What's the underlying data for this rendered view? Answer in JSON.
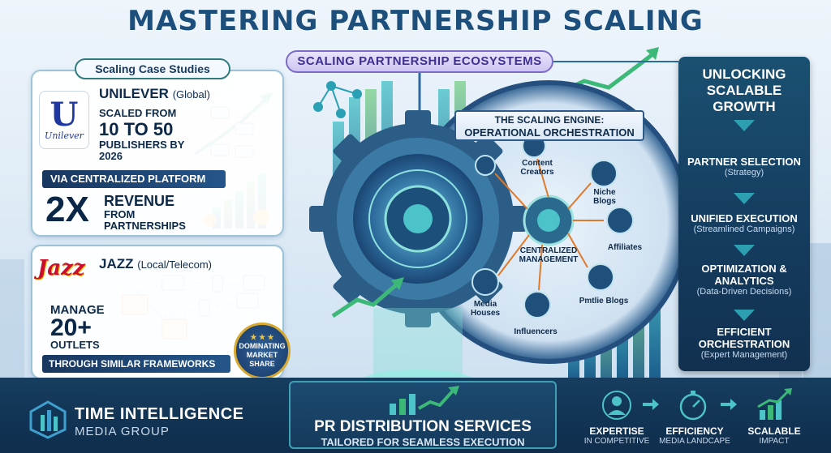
{
  "title": "MASTERING PARTNERSHIP SCALING",
  "ecosystems_label": "SCALING PARTNERSHIP ECOSYSTEMS",
  "case_studies": {
    "label": "Scaling Case Studies",
    "unilever": {
      "logo_text": "U",
      "logo_word": "Unilever",
      "name": "UNILEVER",
      "scope": "(Global)",
      "line1": "SCALED FROM",
      "big": "10 TO 50",
      "line3": "PUBLISHERS BY 2026",
      "via": "VIA CENTRALIZED PLATFORM",
      "multiplier": "2X",
      "revenue": "REVENUE",
      "revenue_sub": "FROM PARTNERSHIPS"
    },
    "jazz": {
      "logo_text": "Jazz",
      "name": "JAZZ",
      "scope": "(Local/Telecom)",
      "line1": "MANAGE",
      "big": "20+",
      "line3": "OUTLETS",
      "through": "THROUGH SIMILAR FRAMEWORKS",
      "badge": [
        "DOMINATING",
        "MARKET",
        "SHARE"
      ]
    }
  },
  "engine": {
    "title_line1": "THE SCALING ENGINE:",
    "title_line2": "OPERATIONAL ORCHESTRATION",
    "center": [
      "CENTRALIZED",
      "MANAGEMENT"
    ],
    "nodes": {
      "content_creators": [
        "Content",
        "Creators"
      ],
      "niche_blogs": [
        "Niche",
        "Blogs"
      ],
      "affiliates": [
        "Affiliates"
      ],
      "public_blogs": [
        "Pmtlie Blogs"
      ],
      "influencers": [
        "Influencers"
      ],
      "media_houses": [
        "Media",
        "Houses"
      ]
    }
  },
  "right_panel": {
    "title": [
      "UNLOCKING",
      "SCALABLE",
      "GROWTH"
    ],
    "items": [
      {
        "h": "PARTNER SELECTION",
        "s": "(Strategy)"
      },
      {
        "h": "UNIFIED EXECUTION",
        "s": "(Streamlined Campaigns)"
      },
      {
        "h": "OPTIMIZATION & ANALYTICS",
        "s": "(Data-Driven Decisions)"
      },
      {
        "h": "EFFICIENT ORCHESTRATION",
        "s": "(Expert Management)"
      }
    ]
  },
  "bottom": {
    "brand_name": "TIME INTELLIGENCE",
    "brand_sub": "MEDIA GROUP",
    "pr_line1": "PR DISTRIBUTION SERVICES",
    "pr_line2": "TAILORED FOR SEAMLESS EXECUTION",
    "items": [
      {
        "h": "EXPERTISE",
        "s": "IN COMPETITIVE"
      },
      {
        "h": "EFFICIENCY",
        "s": "MEDIA LANDCAPE"
      },
      {
        "h": "SCALABLE",
        "s": "IMPACT"
      }
    ]
  },
  "colors": {
    "navy": "#143b5e",
    "teal": "#2e9fb0",
    "green": "#3cb878",
    "purple": "#7b6bc7"
  }
}
